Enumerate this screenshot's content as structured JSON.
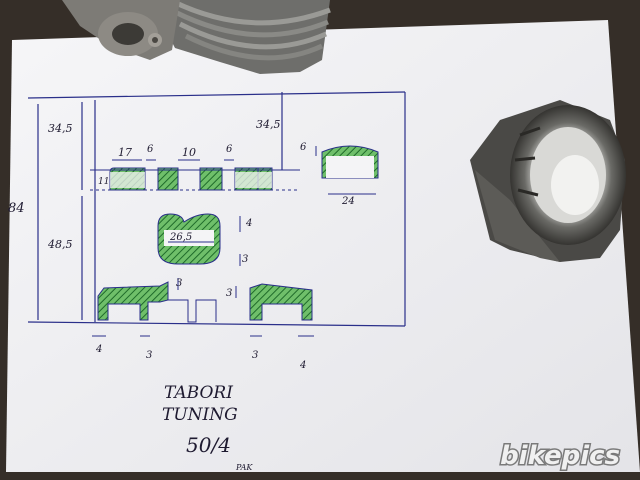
{
  "photo": {
    "drawing": {
      "dimensions": {
        "left_total": "84",
        "left_upper": "34,5",
        "left_lower": "48,5",
        "top_mid": "34,5",
        "port_width": "17",
        "port_gap_a": "6",
        "port_mid": "10",
        "port_gap_b": "6",
        "port_height": "11",
        "right_width": "24",
        "right_height": "6",
        "mid_width": "26,5",
        "mid_right": "4",
        "mid_lower": "3",
        "bottom_a": "3",
        "bottom_b": "3",
        "foot_1": "4",
        "foot_2": "3",
        "foot_3": "3",
        "foot_4": "4"
      },
      "title_line1": "TABORI",
      "title_line2": "TUNING",
      "model": "50/4",
      "signature": "PAK"
    },
    "watermark": "bikepics",
    "colors": {
      "table": "#3a332c",
      "paper": "#f4f4f6",
      "ink_blue": "#2a2f8a",
      "hatch_green": "#2e8a3c",
      "metal": "#555450"
    }
  }
}
